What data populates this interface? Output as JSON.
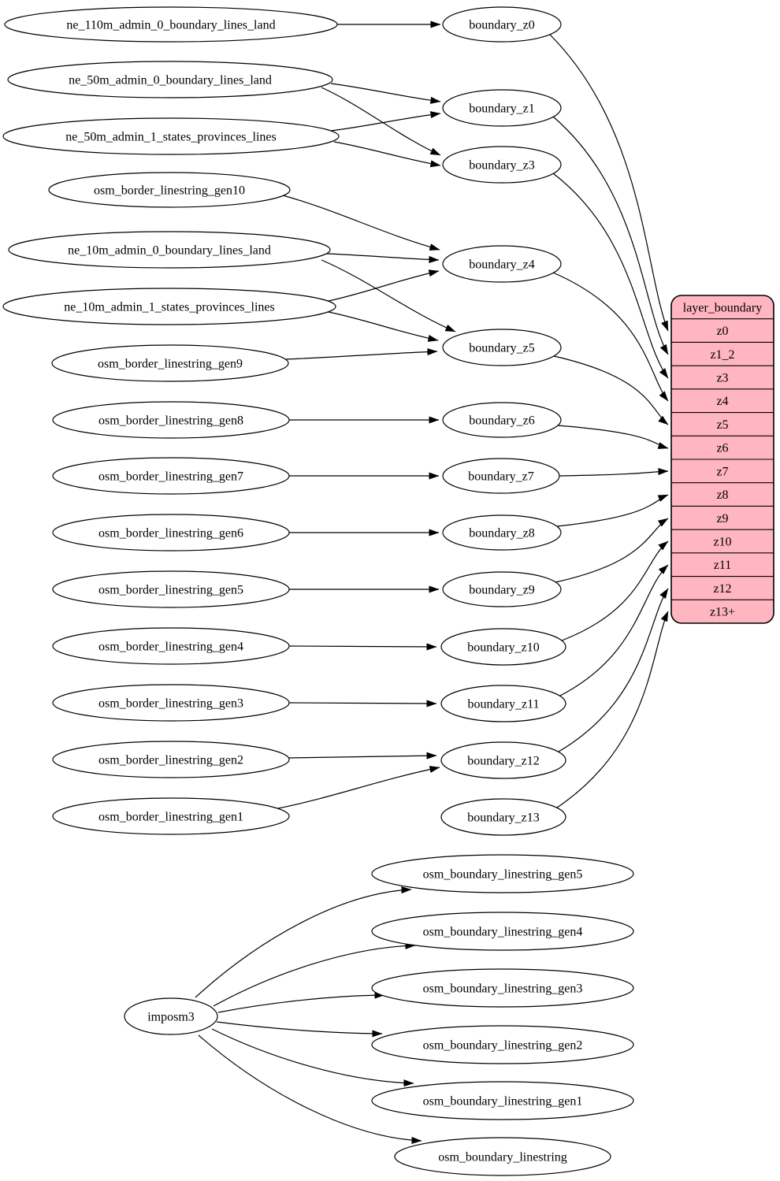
{
  "diagram": {
    "type": "dependency-graph",
    "colors": {
      "background": "#ffffff",
      "node_fill": "#ffffff",
      "node_stroke": "#000000",
      "edge": "#000000",
      "record_fill": "#ffb6c1",
      "record_stroke": "#000000"
    },
    "nodes": [
      {
        "id": "ne_110m_admin_0_boundary_lines_land",
        "label": "ne_110m_admin_0_boundary_lines_land"
      },
      {
        "id": "ne_50m_admin_0_boundary_lines_land",
        "label": "ne_50m_admin_0_boundary_lines_land"
      },
      {
        "id": "ne_50m_admin_1_states_provinces_lines",
        "label": "ne_50m_admin_1_states_provinces_lines"
      },
      {
        "id": "osm_border_linestring_gen10",
        "label": "osm_border_linestring_gen10"
      },
      {
        "id": "ne_10m_admin_0_boundary_lines_land",
        "label": "ne_10m_admin_0_boundary_lines_land"
      },
      {
        "id": "ne_10m_admin_1_states_provinces_lines",
        "label": "ne_10m_admin_1_states_provinces_lines"
      },
      {
        "id": "osm_border_linestring_gen9",
        "label": "osm_border_linestring_gen9"
      },
      {
        "id": "osm_border_linestring_gen8",
        "label": "osm_border_linestring_gen8"
      },
      {
        "id": "osm_border_linestring_gen7",
        "label": "osm_border_linestring_gen7"
      },
      {
        "id": "osm_border_linestring_gen6",
        "label": "osm_border_linestring_gen6"
      },
      {
        "id": "osm_border_linestring_gen5",
        "label": "osm_border_linestring_gen5"
      },
      {
        "id": "osm_border_linestring_gen4",
        "label": "osm_border_linestring_gen4"
      },
      {
        "id": "osm_border_linestring_gen3",
        "label": "osm_border_linestring_gen3"
      },
      {
        "id": "osm_border_linestring_gen2",
        "label": "osm_border_linestring_gen2"
      },
      {
        "id": "osm_border_linestring_gen1",
        "label": "osm_border_linestring_gen1"
      },
      {
        "id": "boundary_z0",
        "label": "boundary_z0"
      },
      {
        "id": "boundary_z1",
        "label": "boundary_z1"
      },
      {
        "id": "boundary_z3",
        "label": "boundary_z3"
      },
      {
        "id": "boundary_z4",
        "label": "boundary_z4"
      },
      {
        "id": "boundary_z5",
        "label": "boundary_z5"
      },
      {
        "id": "boundary_z6",
        "label": "boundary_z6"
      },
      {
        "id": "boundary_z7",
        "label": "boundary_z7"
      },
      {
        "id": "boundary_z8",
        "label": "boundary_z8"
      },
      {
        "id": "boundary_z9",
        "label": "boundary_z9"
      },
      {
        "id": "boundary_z10",
        "label": "boundary_z10"
      },
      {
        "id": "boundary_z11",
        "label": "boundary_z11"
      },
      {
        "id": "boundary_z12",
        "label": "boundary_z12"
      },
      {
        "id": "boundary_z13",
        "label": "boundary_z13"
      },
      {
        "id": "imposm3",
        "label": "imposm3"
      },
      {
        "id": "osm_boundary_linestring_gen5",
        "label": "osm_boundary_linestring_gen5"
      },
      {
        "id": "osm_boundary_linestring_gen4",
        "label": "osm_boundary_linestring_gen4"
      },
      {
        "id": "osm_boundary_linestring_gen3",
        "label": "osm_boundary_linestring_gen3"
      },
      {
        "id": "osm_boundary_linestring_gen2",
        "label": "osm_boundary_linestring_gen2"
      },
      {
        "id": "osm_boundary_linestring_gen1",
        "label": "osm_boundary_linestring_gen1"
      },
      {
        "id": "osm_boundary_linestring",
        "label": "osm_boundary_linestring"
      }
    ],
    "record": {
      "id": "layer_boundary",
      "title": "layer_boundary",
      "rows": [
        "z0",
        "z1_2",
        "z3",
        "z4",
        "z5",
        "z6",
        "z7",
        "z8",
        "z9",
        "z10",
        "z11",
        "z12",
        "z13+"
      ]
    },
    "edges": [
      {
        "from": "ne_110m_admin_0_boundary_lines_land",
        "to": "boundary_z0"
      },
      {
        "from": "ne_50m_admin_0_boundary_lines_land",
        "to": "boundary_z1"
      },
      {
        "from": "ne_50m_admin_0_boundary_lines_land",
        "to": "boundary_z3"
      },
      {
        "from": "ne_50m_admin_1_states_provinces_lines",
        "to": "boundary_z1"
      },
      {
        "from": "ne_50m_admin_1_states_provinces_lines",
        "to": "boundary_z3"
      },
      {
        "from": "osm_border_linestring_gen10",
        "to": "boundary_z4"
      },
      {
        "from": "ne_10m_admin_0_boundary_lines_land",
        "to": "boundary_z4"
      },
      {
        "from": "ne_10m_admin_0_boundary_lines_land",
        "to": "boundary_z5"
      },
      {
        "from": "ne_10m_admin_1_states_provinces_lines",
        "to": "boundary_z4"
      },
      {
        "from": "ne_10m_admin_1_states_provinces_lines",
        "to": "boundary_z5"
      },
      {
        "from": "osm_border_linestring_gen9",
        "to": "boundary_z5"
      },
      {
        "from": "osm_border_linestring_gen8",
        "to": "boundary_z6"
      },
      {
        "from": "osm_border_linestring_gen7",
        "to": "boundary_z7"
      },
      {
        "from": "osm_border_linestring_gen6",
        "to": "boundary_z8"
      },
      {
        "from": "osm_border_linestring_gen5",
        "to": "boundary_z9"
      },
      {
        "from": "osm_border_linestring_gen4",
        "to": "boundary_z10"
      },
      {
        "from": "osm_border_linestring_gen3",
        "to": "boundary_z11"
      },
      {
        "from": "osm_border_linestring_gen2",
        "to": "boundary_z12"
      },
      {
        "from": "osm_border_linestring_gen1",
        "to": "boundary_z12"
      },
      {
        "from": "boundary_z0",
        "to": "layer_boundary:z0"
      },
      {
        "from": "boundary_z1",
        "to": "layer_boundary:z1_2"
      },
      {
        "from": "boundary_z3",
        "to": "layer_boundary:z3"
      },
      {
        "from": "boundary_z4",
        "to": "layer_boundary:z4"
      },
      {
        "from": "boundary_z5",
        "to": "layer_boundary:z5"
      },
      {
        "from": "boundary_z6",
        "to": "layer_boundary:z6"
      },
      {
        "from": "boundary_z7",
        "to": "layer_boundary:z7"
      },
      {
        "from": "boundary_z8",
        "to": "layer_boundary:z8"
      },
      {
        "from": "boundary_z9",
        "to": "layer_boundary:z9"
      },
      {
        "from": "boundary_z10",
        "to": "layer_boundary:z10"
      },
      {
        "from": "boundary_z11",
        "to": "layer_boundary:z11"
      },
      {
        "from": "boundary_z12",
        "to": "layer_boundary:z12"
      },
      {
        "from": "boundary_z13",
        "to": "layer_boundary:z13+"
      },
      {
        "from": "imposm3",
        "to": "osm_boundary_linestring_gen5"
      },
      {
        "from": "imposm3",
        "to": "osm_boundary_linestring_gen4"
      },
      {
        "from": "imposm3",
        "to": "osm_boundary_linestring_gen3"
      },
      {
        "from": "imposm3",
        "to": "osm_boundary_linestring_gen2"
      },
      {
        "from": "imposm3",
        "to": "osm_boundary_linestring_gen1"
      },
      {
        "from": "imposm3",
        "to": "osm_boundary_linestring"
      }
    ]
  }
}
